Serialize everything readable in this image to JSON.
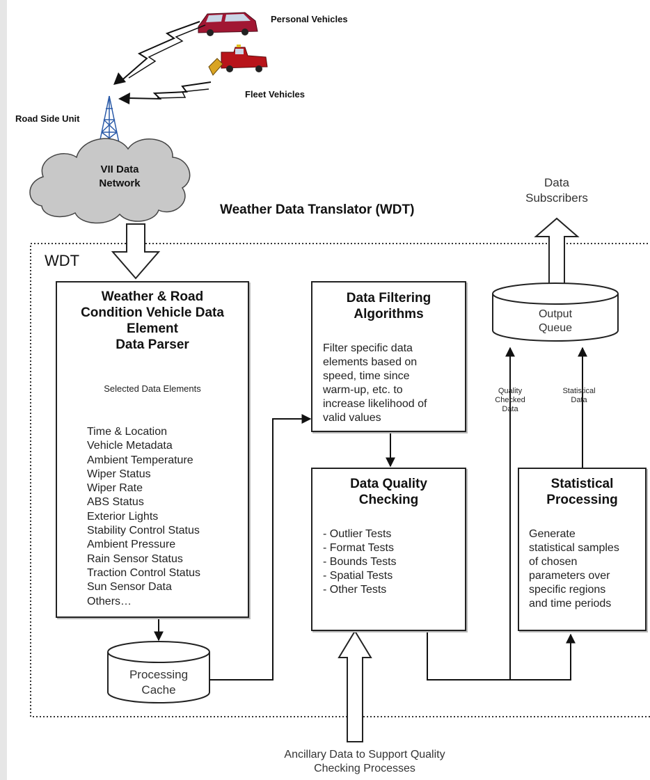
{
  "diagram": {
    "title": "Weather Data Translator (WDT)",
    "wdt_label": "WDT",
    "personal_vehicles": "Personal Vehicles",
    "fleet_vehicles": "Fleet Vehicles",
    "road_side_unit": "Road Side Unit",
    "network": [
      "VII Data",
      "Network"
    ],
    "data_subscribers": [
      "Data",
      "Subscribers"
    ],
    "parser": {
      "title": [
        "Weather & Road",
        "Condition Vehicle Data",
        "Element",
        "Data Parser"
      ],
      "selected": "Selected Data Elements",
      "items": [
        "Time & Location",
        "Vehicle Metadata",
        "Ambient Temperature",
        "Wiper Status",
        "Wiper Rate",
        "ABS Status",
        "Exterior Lights",
        "Stability Control Status",
        "Ambient Pressure",
        "Rain Sensor Status",
        "Traction Control Status",
        "Sun Sensor Data",
        "Others…"
      ]
    },
    "filtering": {
      "title": [
        "Data Filtering",
        "Algorithms"
      ],
      "text": [
        "Filter specific data",
        "elements based on",
        "speed, time since",
        "warm-up, etc. to",
        "increase likelihood of",
        "valid values"
      ]
    },
    "quality": {
      "title": [
        "Data Quality",
        "Checking"
      ],
      "items": [
        "- Outlier Tests",
        "- Format Tests",
        "- Bounds Tests",
        "- Spatial Tests",
        "- Other Tests"
      ]
    },
    "statistical": {
      "title": [
        "Statistical",
        "Processing"
      ],
      "text": [
        "Generate",
        "statistical samples",
        "of chosen",
        "parameters over",
        "specific regions",
        "and time periods"
      ]
    },
    "output_queue": [
      "Output",
      "Queue"
    ],
    "processing_cache": [
      "Processing",
      "Cache"
    ],
    "quality_checked_data": [
      "Quality",
      "Checked",
      "Data"
    ],
    "statistical_data": [
      "Statistical",
      "Data"
    ],
    "ancillary": [
      "Ancillary Data to Support Quality",
      "Checking Processes"
    ]
  }
}
